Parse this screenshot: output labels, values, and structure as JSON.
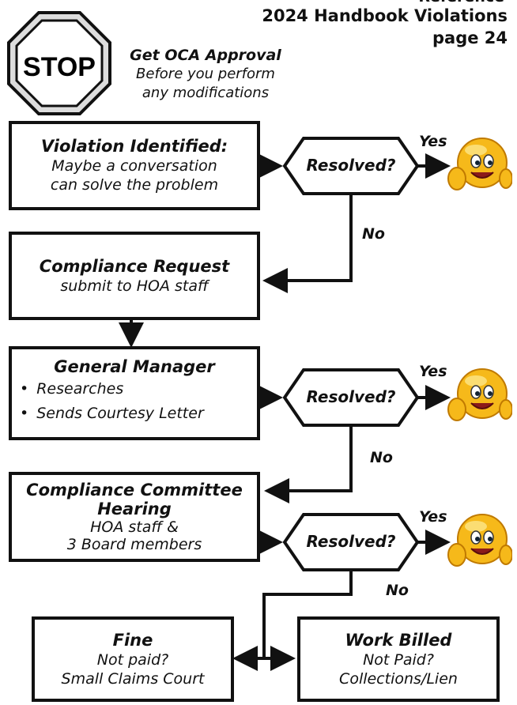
{
  "header": {
    "line_top": "Reference",
    "line1": "2024 Handbook Violations",
    "line2": "page 24"
  },
  "stop_sign": {
    "text": "STOP"
  },
  "note": {
    "title": "Get OCA Approval",
    "line1": "Before you perform",
    "line2": "any modifications"
  },
  "steps": {
    "violation": {
      "title": "Violation Identified:",
      "line1": "Maybe a conversation",
      "line2": "can solve the problem"
    },
    "compliance_request": {
      "title": "Compliance Request",
      "line1": "submit to HOA staff"
    },
    "general_manager": {
      "title": "General Manager",
      "bullets": [
        "Researches",
        "Sends Courtesy Letter"
      ]
    },
    "committee": {
      "title1": "Compliance Committee",
      "title2": "Hearing",
      "line1": "HOA staff &",
      "line2": "3 Board members"
    },
    "fine": {
      "title": "Fine",
      "line1": "Not paid?",
      "line2": "Small Claims Court"
    },
    "work_billed": {
      "title": "Work Billed",
      "line1": "Not Paid?",
      "line2": "Collections/Lien"
    }
  },
  "decisions": [
    {
      "label": "Resolved?",
      "yes": "Yes",
      "no": "No"
    },
    {
      "label": "Resolved?",
      "yes": "Yes",
      "no": "No"
    },
    {
      "label": "Resolved?",
      "yes": "Yes",
      "no": "No"
    }
  ],
  "icons": {
    "resolved_outcome": "thumbs-up-smiley-icon",
    "stop": "stop-sign-icon"
  }
}
